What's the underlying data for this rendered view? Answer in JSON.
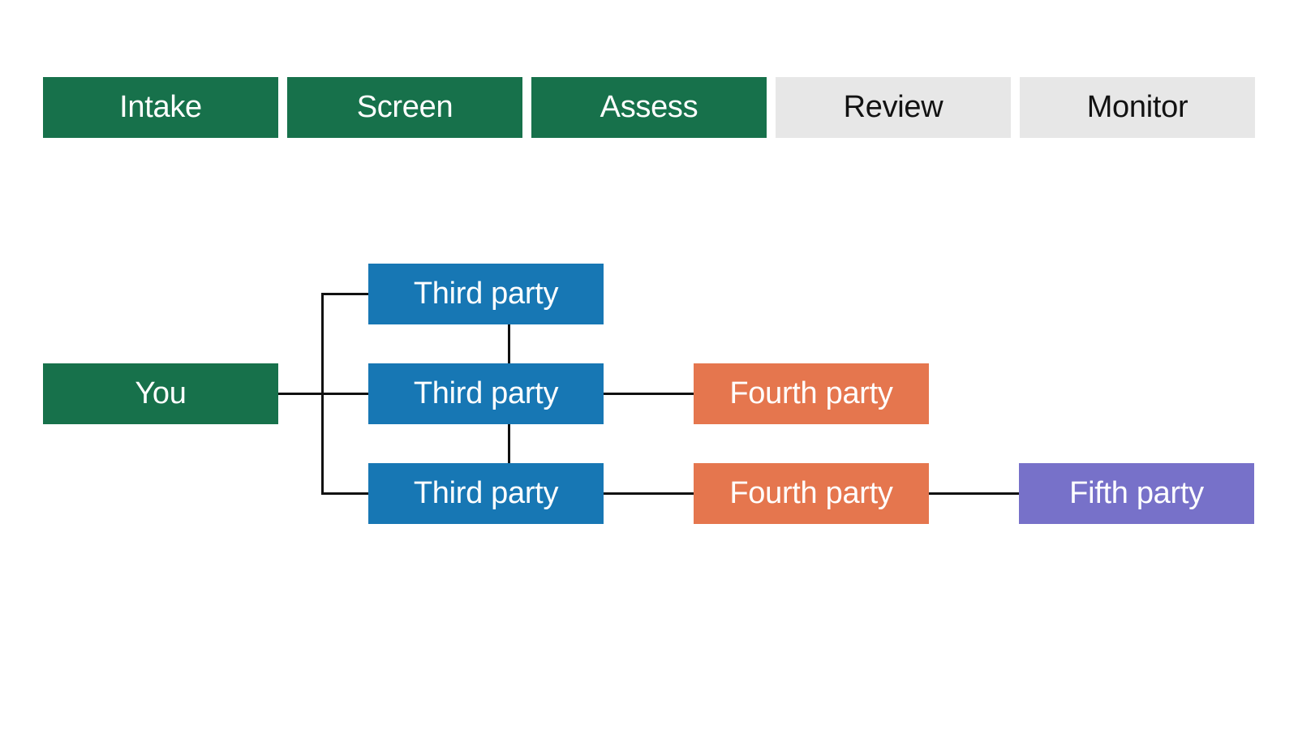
{
  "colors": {
    "green": "#17714B",
    "blue": "#1777B4",
    "orange": "#E5764E",
    "purple": "#7771C9",
    "gray": "#E7E7E7",
    "line": "#111111",
    "background": "#FFFFFF"
  },
  "pipeline": {
    "stages": [
      {
        "label": "Intake",
        "status": "complete"
      },
      {
        "label": "Screen",
        "status": "complete"
      },
      {
        "label": "Assess",
        "status": "complete"
      },
      {
        "label": "Review",
        "status": "upcoming"
      },
      {
        "label": "Monitor",
        "status": "upcoming"
      }
    ]
  },
  "graph": {
    "nodes": {
      "you": {
        "label": "You",
        "tier": "you"
      },
      "third1": {
        "label": "Third party",
        "tier": "third"
      },
      "third2": {
        "label": "Third party",
        "tier": "third"
      },
      "third3": {
        "label": "Third party",
        "tier": "third"
      },
      "fourth1": {
        "label": "Fourth party",
        "tier": "fourth"
      },
      "fourth2": {
        "label": "Fourth party",
        "tier": "fourth"
      },
      "fifth": {
        "label": "Fifth party",
        "tier": "fifth"
      }
    },
    "edges": [
      "you-third1",
      "you-third2",
      "you-third3",
      "third1-third2",
      "third2-third3",
      "third2-fourth1",
      "third3-fourth2",
      "fourth2-fifth"
    ]
  }
}
